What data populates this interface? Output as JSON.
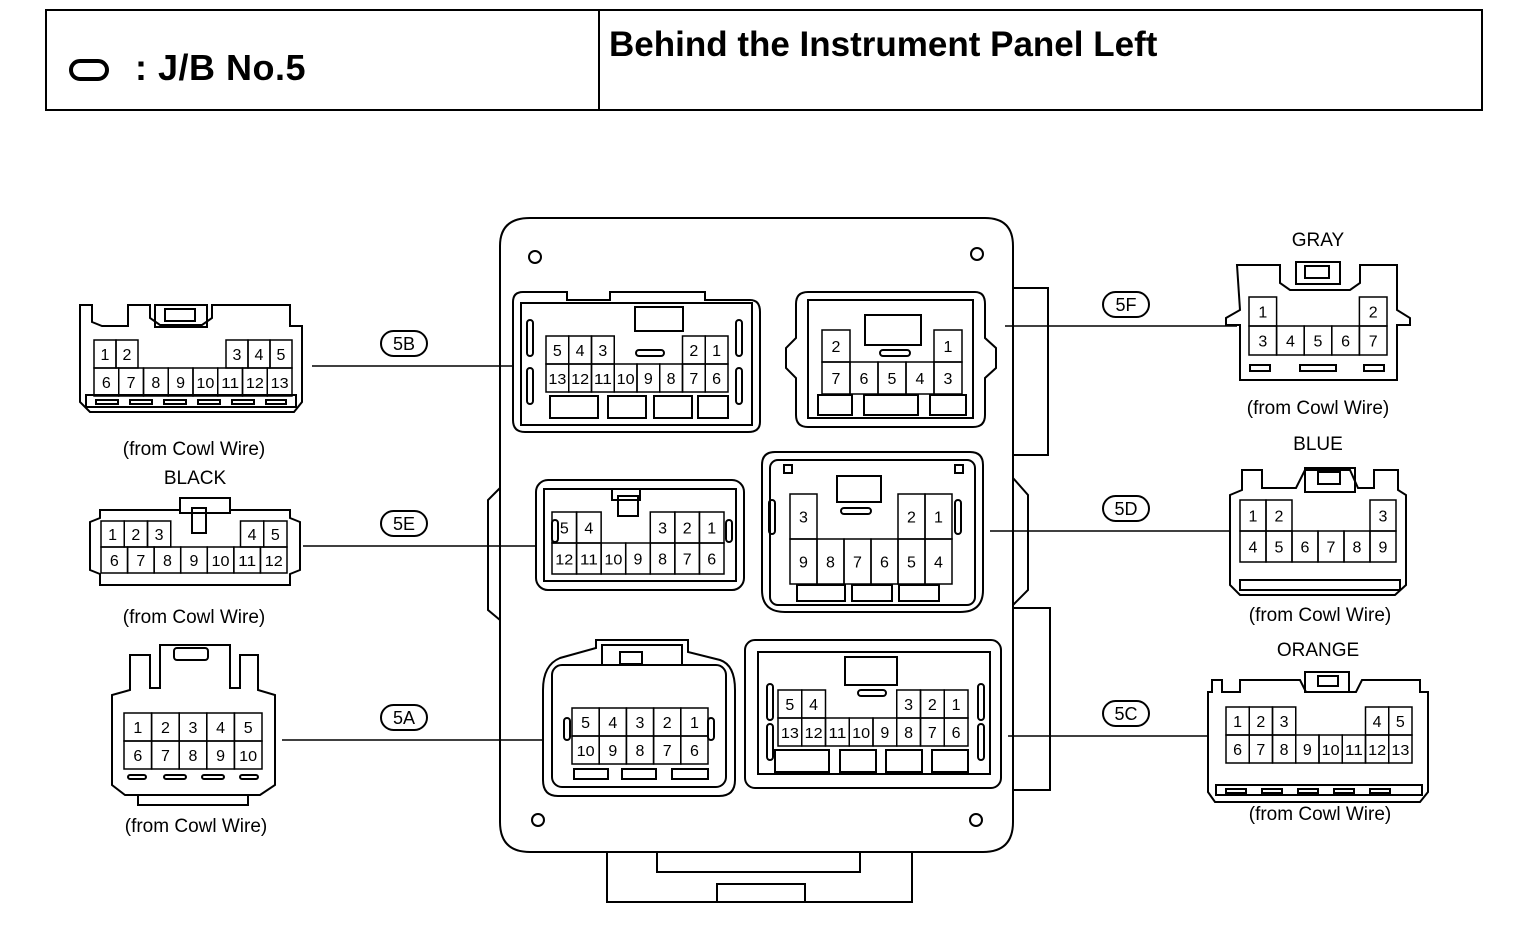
{
  "header": {
    "jb_label": ": J/B No.5",
    "location_title": "Behind the Instrument Panel Left"
  },
  "callouts": {
    "c5B": "5B",
    "c5E": "5E",
    "c5A": "5A",
    "c5F": "5F",
    "c5D": "5D",
    "c5C": "5C"
  },
  "captions": {
    "from_cowl_wire": "(from Cowl Wire)"
  },
  "colors": {
    "black": "BLACK",
    "gray": "GRAY",
    "blue": "BLUE",
    "orange": "ORANGE"
  },
  "connectors": {
    "left_5B": {
      "row1": [
        "1",
        "2",
        "",
        "",
        "",
        "",
        "3",
        "4",
        "5"
      ],
      "row2": [
        "6",
        "7",
        "8",
        "9",
        "10",
        "11",
        "12",
        "13"
      ]
    },
    "left_5E": {
      "row1": [
        "1",
        "2",
        "3",
        "",
        "",
        "",
        "4",
        "5"
      ],
      "row2": [
        "6",
        "7",
        "8",
        "9",
        "10",
        "11",
        "12"
      ]
    },
    "left_5A": {
      "row1": [
        "1",
        "2",
        "3",
        "4",
        "5"
      ],
      "row2": [
        "6",
        "7",
        "8",
        "9",
        "10"
      ]
    },
    "right_5F": {
      "row1": [
        "1",
        "",
        "",
        "",
        "2"
      ],
      "row2": [
        "3",
        "4",
        "5",
        "6",
        "7"
      ]
    },
    "right_5D": {
      "row1": [
        "1",
        "2",
        "",
        "",
        "",
        "3"
      ],
      "row2": [
        "4",
        "5",
        "6",
        "7",
        "8",
        "9"
      ]
    },
    "right_5C": {
      "row1": [
        "1",
        "2",
        "3",
        "",
        "",
        "",
        "4",
        "5"
      ],
      "row2": [
        "6",
        "7",
        "8",
        "9",
        "10",
        "11",
        "12",
        "13"
      ]
    },
    "jb_5B": {
      "row1": [
        "5",
        "4",
        "3",
        "",
        "",
        "",
        "2",
        "1"
      ],
      "row2": [
        "13",
        "12",
        "11",
        "10",
        "9",
        "8",
        "7",
        "6"
      ]
    },
    "jb_5F": {
      "row1": [
        "2",
        "",
        "",
        "",
        "1"
      ],
      "row2": [
        "7",
        "6",
        "5",
        "4",
        "3"
      ]
    },
    "jb_5E": {
      "row1": [
        "5",
        "4",
        "",
        "",
        "3",
        "2",
        "1"
      ],
      "row2": [
        "12",
        "11",
        "10",
        "9",
        "8",
        "7",
        "6"
      ]
    },
    "jb_5D": {
      "row1": [
        "3",
        "",
        "",
        "",
        "2",
        "1"
      ],
      "row2": [
        "9",
        "8",
        "7",
        "6",
        "5",
        "4"
      ]
    },
    "jb_5A": {
      "row1": [
        "5",
        "4",
        "3",
        "2",
        "1"
      ],
      "row2": [
        "10",
        "9",
        "8",
        "7",
        "6"
      ]
    },
    "jb_5C": {
      "row1": [
        "5",
        "4",
        "",
        "",
        "",
        "3",
        "2",
        "1"
      ],
      "row2": [
        "13",
        "12",
        "11",
        "10",
        "9",
        "8",
        "7",
        "6"
      ]
    }
  }
}
